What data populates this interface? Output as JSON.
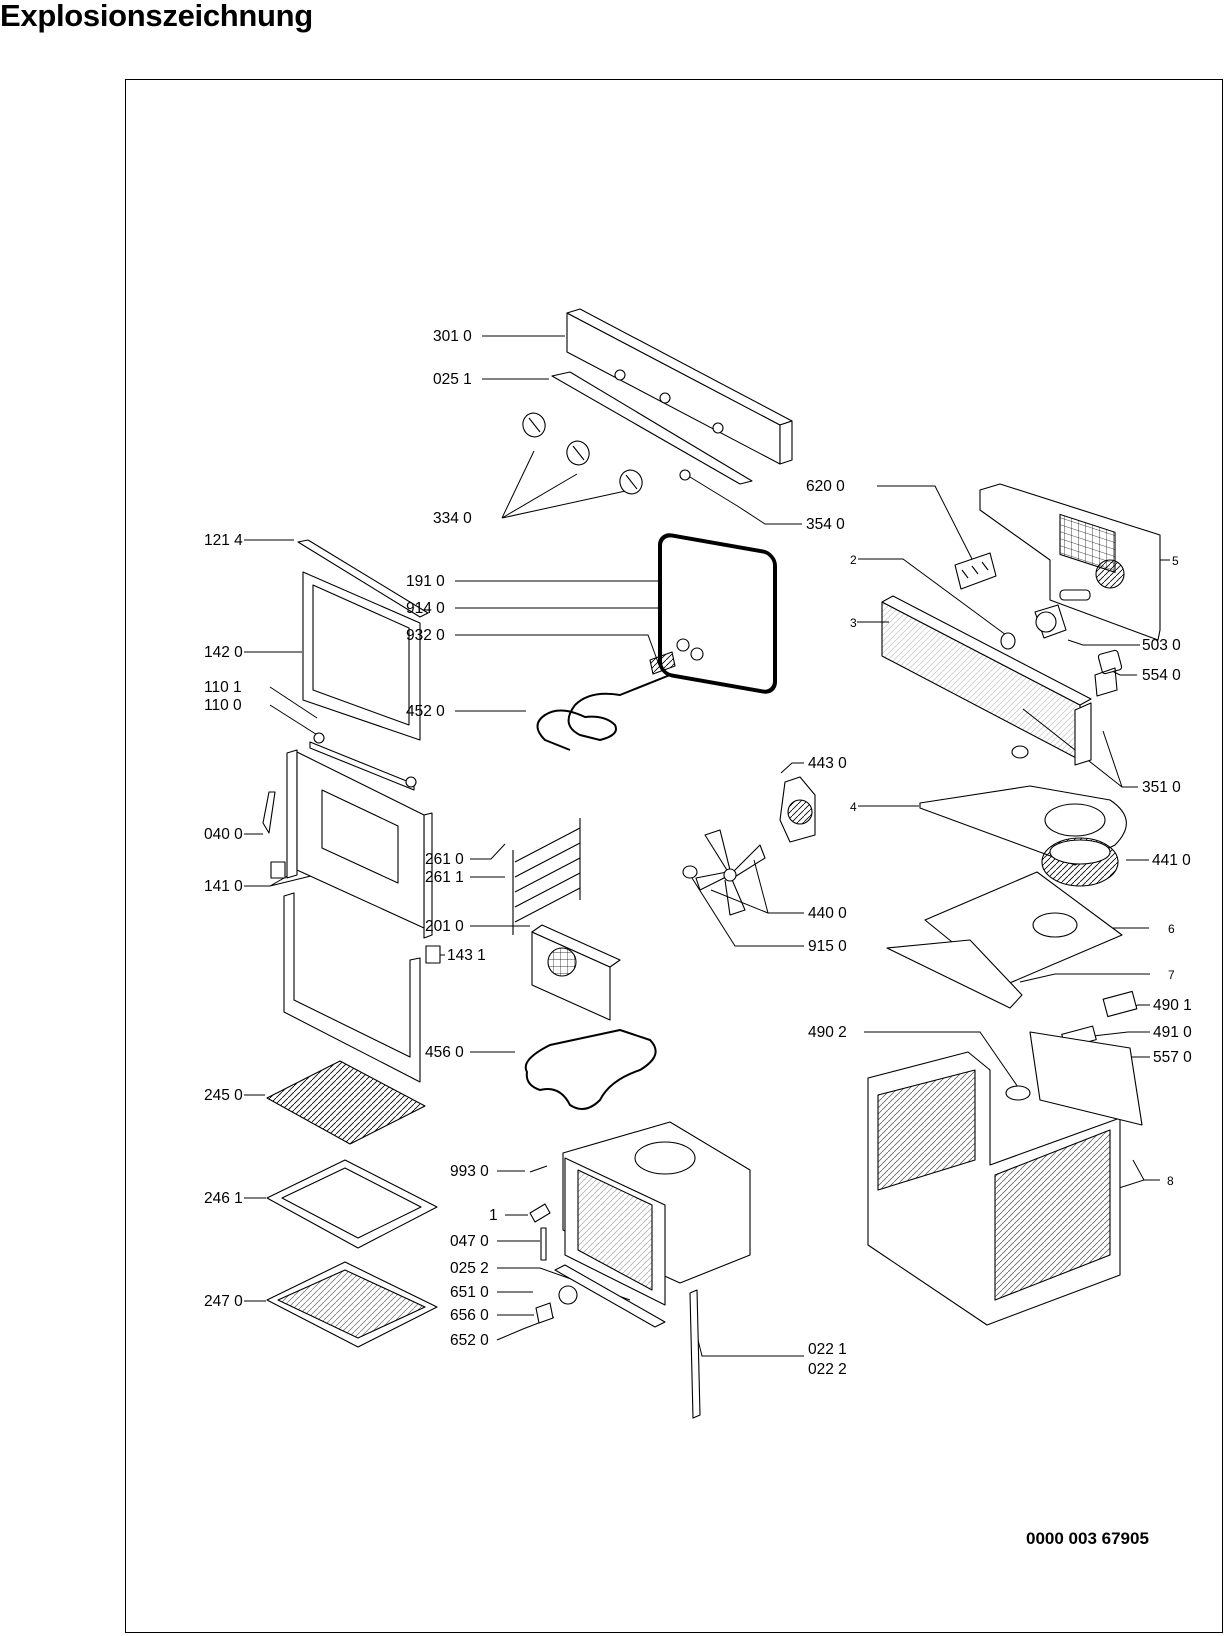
{
  "page": {
    "title": "Explosionszeichnung",
    "document_number": "0000 003 67905"
  },
  "labels": {
    "l3010": "301 0",
    "l0251": "025 1",
    "l3340": "334 0",
    "l3540": "354 0",
    "l6200": "620 0",
    "l5": "5",
    "l2": "2",
    "l3": "3",
    "l5030": "503 0",
    "l5540": "554 0",
    "l3510": "351 0",
    "l1214": "121 4",
    "l1910": "191 0",
    "l9140": "914 0",
    "l9320": "932 0",
    "l1420": "142 0",
    "l1101": "110 1",
    "l1100": "110 0",
    "l4520": "452 0",
    "l4430": "443 0",
    "l4": "4",
    "l4410": "441 0",
    "l0400": "040 0",
    "l2610": "261 0",
    "l2611": "261 1",
    "l1410": "141 0",
    "l4400": "440 0",
    "l6": "6",
    "l2010": "201 0",
    "l9150": "915 0",
    "l1431": "143 1",
    "l7": "7",
    "l4901": "490 1",
    "l4902": "490 2",
    "l4910": "491 0",
    "l4560": "456 0",
    "l5570": "557 0",
    "l2450": "245 0",
    "l9930": "993 0",
    "l8": "8",
    "l2461": "246 1",
    "l1": "1",
    "l0470": "047 0",
    "l0252": "025 2",
    "l2470": "247 0",
    "l6510": "651 0",
    "l6560": "656 0",
    "l6520": "652 0",
    "l0221": "022 1",
    "l0222": "022 2"
  }
}
